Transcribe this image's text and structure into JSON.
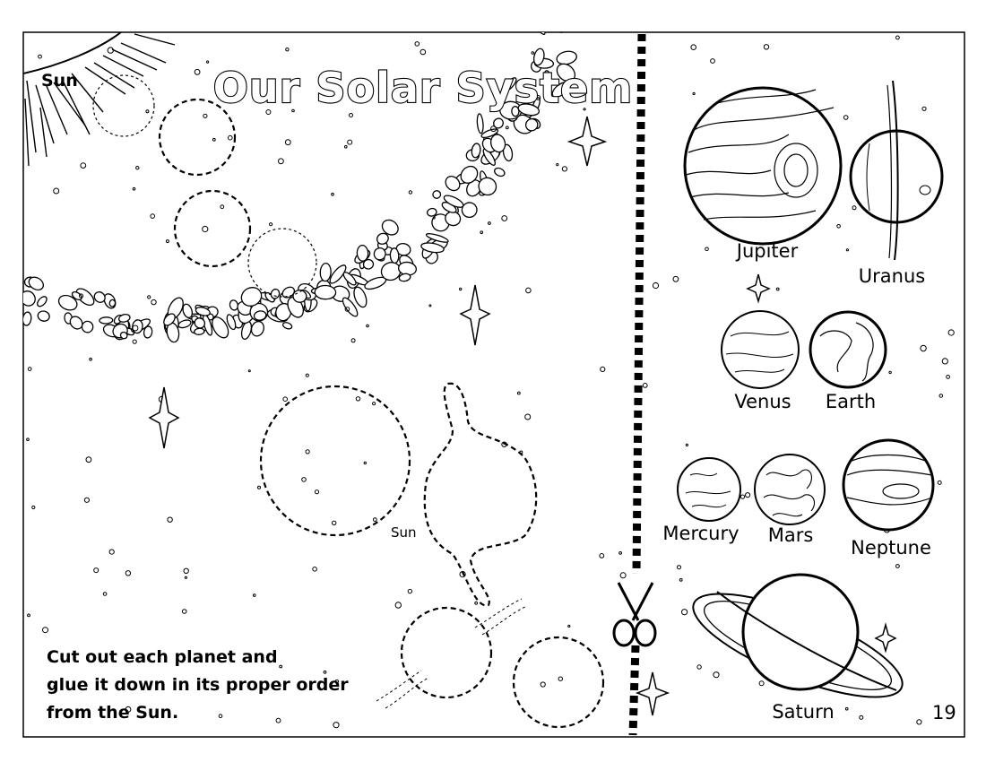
{
  "title": "Our Solar System",
  "sun_label_corner": "Sun",
  "sun_label_mid": "Sun",
  "instructions": [
    "Cut out each planet and",
    "glue it down in its proper order",
    "from the Sun."
  ],
  "planets": {
    "jupiter": "Jupiter",
    "uranus": "Uranus",
    "venus": "Venus",
    "earth": "Earth",
    "mercury": "Mercury",
    "mars": "Mars",
    "neptune": "Neptune",
    "saturn": "Saturn"
  },
  "page_number": "19",
  "icons": [
    "sun-icon",
    "scissors-icon",
    "star-icon",
    "asteroid-belt-icon"
  ]
}
